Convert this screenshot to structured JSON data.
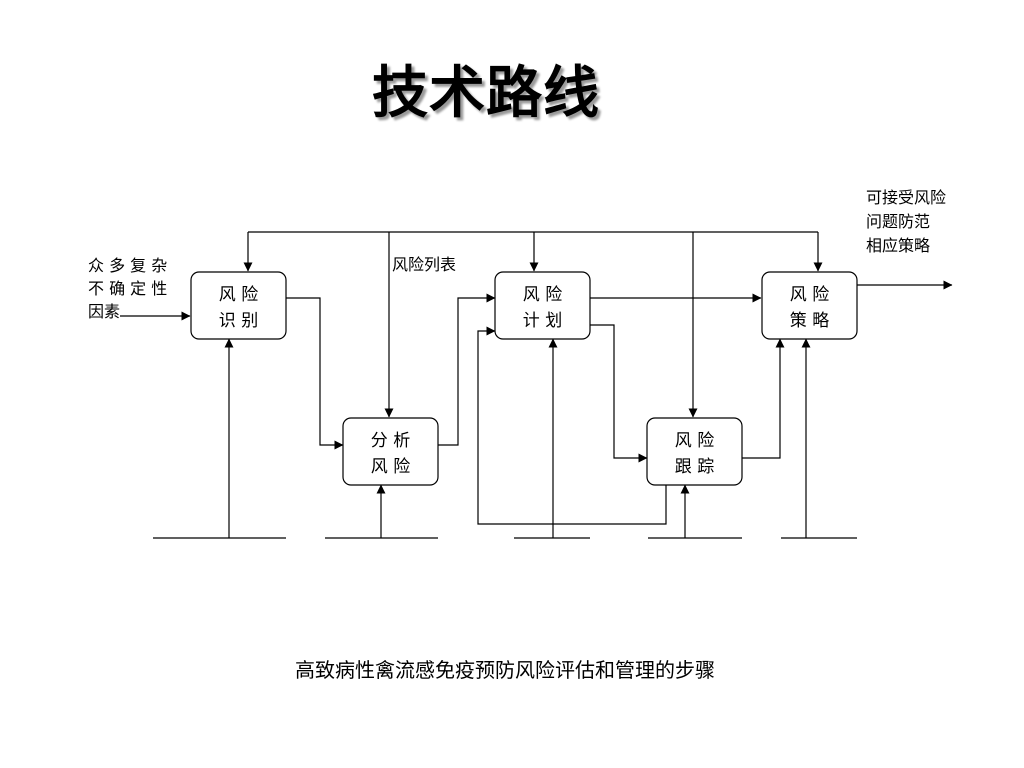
{
  "title": "技术路线",
  "boxes": {
    "identify": [
      "风 险",
      "识 别"
    ],
    "analyze": [
      "分 析",
      "风 险"
    ],
    "plan": [
      "风 险",
      "计 划"
    ],
    "track": [
      "风 险",
      "跟 踪"
    ],
    "strategy": [
      "风 险",
      "策 略"
    ]
  },
  "input_label": [
    "众 多 复 杂",
    "不 确 定 性",
    "因素"
  ],
  "list_label": "风险列表",
  "output_label": [
    "可接受风险",
    "问题防范",
    "相应策略"
  ],
  "caption": "高致病性禽流感免疫预防风险评估和管理的步骤"
}
